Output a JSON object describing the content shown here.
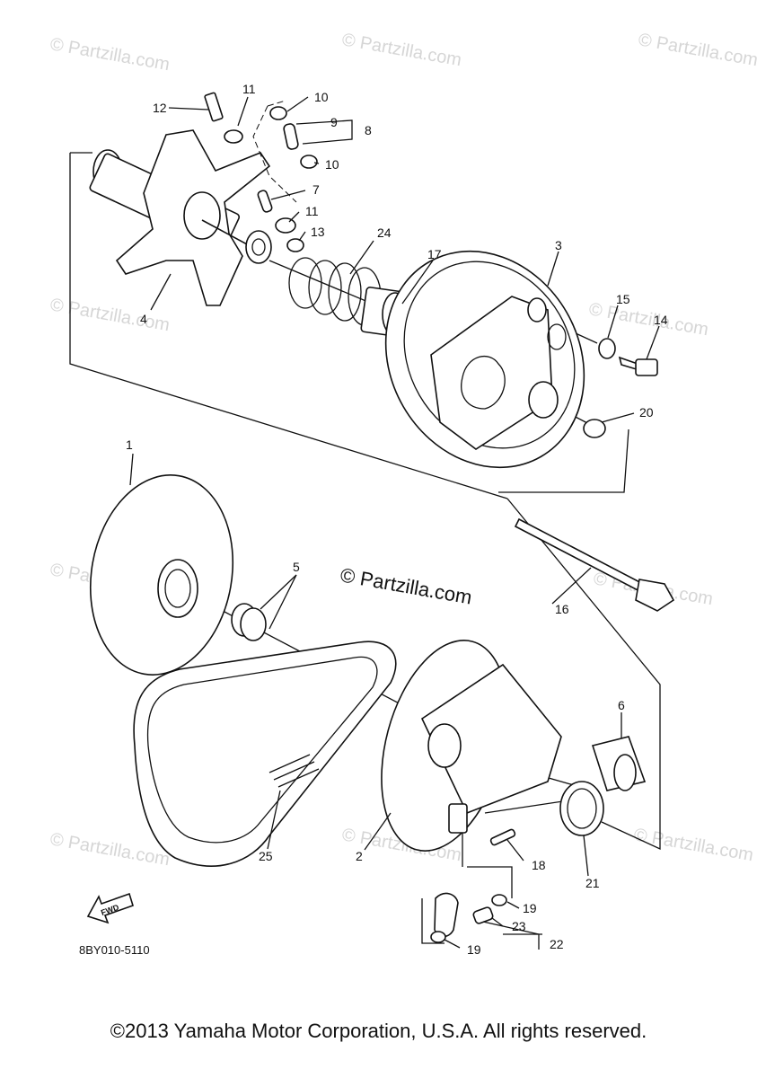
{
  "watermarks": {
    "copyright_text": "© Partzilla.com",
    "center": "© Partzilla.com"
  },
  "diagram_code": "8BY010-5110",
  "fwd_label": "FWD",
  "parts": [
    {
      "ref": "1"
    },
    {
      "ref": "2"
    },
    {
      "ref": "3"
    },
    {
      "ref": "4"
    },
    {
      "ref": "5"
    },
    {
      "ref": "6"
    },
    {
      "ref": "7"
    },
    {
      "ref": "8"
    },
    {
      "ref": "9"
    },
    {
      "ref": "10"
    },
    {
      "ref": "11"
    },
    {
      "ref": "12"
    },
    {
      "ref": "13"
    },
    {
      "ref": "14"
    },
    {
      "ref": "15"
    },
    {
      "ref": "16"
    },
    {
      "ref": "17"
    },
    {
      "ref": "18"
    },
    {
      "ref": "19"
    },
    {
      "ref": "20"
    },
    {
      "ref": "21"
    },
    {
      "ref": "22"
    },
    {
      "ref": "23"
    },
    {
      "ref": "24"
    },
    {
      "ref": "25"
    }
  ],
  "labels": {
    "l1": "1",
    "l2": "2",
    "l3": "3",
    "l4": "4",
    "l5": "5",
    "l6": "6",
    "l7": "7",
    "l8": "8",
    "l9": "9",
    "l10a": "10",
    "l10b": "10",
    "l11a": "11",
    "l11b": "11",
    "l12": "12",
    "l13": "13",
    "l14": "14",
    "l15": "15",
    "l16": "16",
    "l17": "17",
    "l18": "18",
    "l19a": "19",
    "l19b": "19",
    "l20": "20",
    "l21": "21",
    "l22": "22",
    "l23": "23",
    "l24": "24",
    "l25": "25"
  },
  "footer": "©2013 Yamaha Motor Corporation, U.S.A. All rights reserved."
}
